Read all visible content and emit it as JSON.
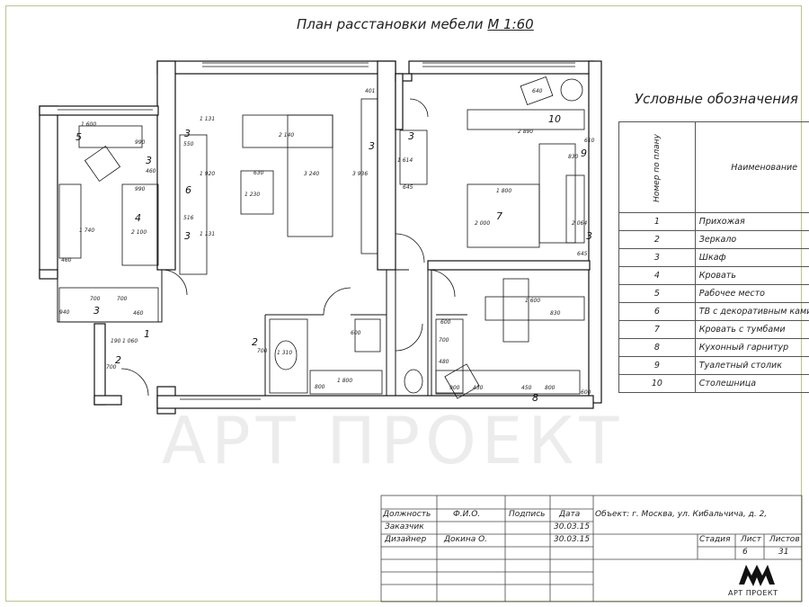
{
  "title": {
    "text": "План расстановки мебели",
    "scale": "М 1:60"
  },
  "watermark": "АРТ ПРОЕКТ",
  "room_labels": [
    "1",
    "2",
    "3",
    "4",
    "5",
    "6",
    "7",
    "8",
    "9",
    "10"
  ],
  "dimensions": [
    "1 600",
    "990",
    "460",
    "990",
    "2 100",
    "1 740",
    "460",
    "940",
    "700",
    "700",
    "460",
    "1 060",
    "190",
    "700",
    "550",
    "1 920",
    "516",
    "1 131",
    "1 131",
    "2 140",
    "630",
    "1 230",
    "3 240",
    "3 936",
    "401",
    "700",
    "1 310",
    "600",
    "800",
    "1 800",
    "1 614",
    "645",
    "2 890",
    "830",
    "610",
    "1 800",
    "2 000",
    "2 064",
    "645",
    "1 600",
    "830",
    "600",
    "900",
    "450",
    "800",
    "450",
    "600",
    "480",
    "640",
    "700"
  ],
  "legend": {
    "title": "Условные обозначения",
    "header_num": "Номер по плану",
    "header_name": "Наименование",
    "items": [
      {
        "n": "1",
        "name": "Прихожая"
      },
      {
        "n": "2",
        "name": "Зеркало"
      },
      {
        "n": "3",
        "name": "Шкаф"
      },
      {
        "n": "4",
        "name": "Кровать"
      },
      {
        "n": "5",
        "name": "Рабочее место"
      },
      {
        "n": "6",
        "name": "ТВ с декоративным камином"
      },
      {
        "n": "7",
        "name": "Кровать с тумбами"
      },
      {
        "n": "8",
        "name": "Кухонный гарнитур"
      },
      {
        "n": "9",
        "name": "Туалетный столик"
      },
      {
        "n": "10",
        "name": "Столешница"
      }
    ]
  },
  "stamp": {
    "object": "Объект: г. Москва, ул. Кибальчича, д. 2,",
    "col_role": "Должность",
    "col_name": "Ф.И.О.",
    "col_sign": "Подпись",
    "col_date": "Дата",
    "row1_role": "Заказчик",
    "row1_date": "30.03.15",
    "row2_role": "Дизайнер",
    "row2_name": "Докина О.",
    "row2_date": "30.03.15",
    "stage_label": "Стадия",
    "sheet_label": "Лист",
    "sheets_label": "Листов",
    "sheet": "6",
    "sheets": "31",
    "logo": "АРТ ПРОЕКТ"
  }
}
